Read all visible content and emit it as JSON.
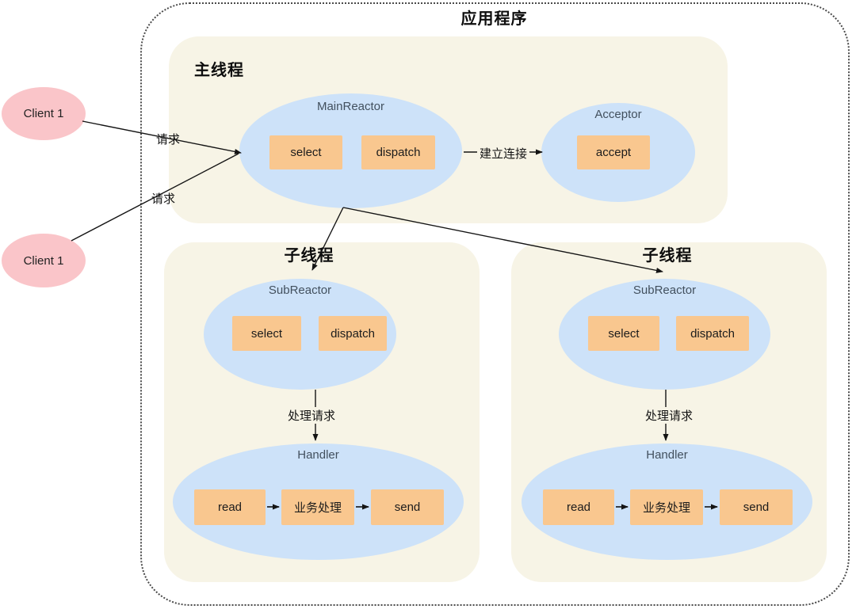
{
  "app_title": "应用程序",
  "colors": {
    "blue": "#cde2f9",
    "orange": "#f9c78f",
    "cream": "#f7f4e6",
    "pink": "#fac5c9",
    "ellipse_title": "#42505e"
  },
  "clients": [
    {
      "label": "Client 1"
    },
    {
      "label": "Client 1"
    }
  ],
  "request_labels": [
    "请求",
    "请求"
  ],
  "main_thread": {
    "title": "主线程",
    "reactor": {
      "title": "MainReactor",
      "boxes": [
        "select",
        "dispatch"
      ]
    },
    "connect_label": "建立连接",
    "acceptor": {
      "title": "Acceptor",
      "boxes": [
        "accept"
      ]
    }
  },
  "sub_threads": [
    {
      "title": "子线程",
      "reactor": {
        "title": "SubReactor",
        "boxes": [
          "select",
          "dispatch"
        ]
      },
      "process_label": "处理请求",
      "handler": {
        "title": "Handler",
        "boxes": [
          "read",
          "业务处理",
          "send"
        ]
      }
    },
    {
      "title": "子线程",
      "reactor": {
        "title": "SubReactor",
        "boxes": [
          "select",
          "dispatch"
        ]
      },
      "process_label": "处理请求",
      "handler": {
        "title": "Handler",
        "boxes": [
          "read",
          "业务处理",
          "send"
        ]
      }
    }
  ]
}
